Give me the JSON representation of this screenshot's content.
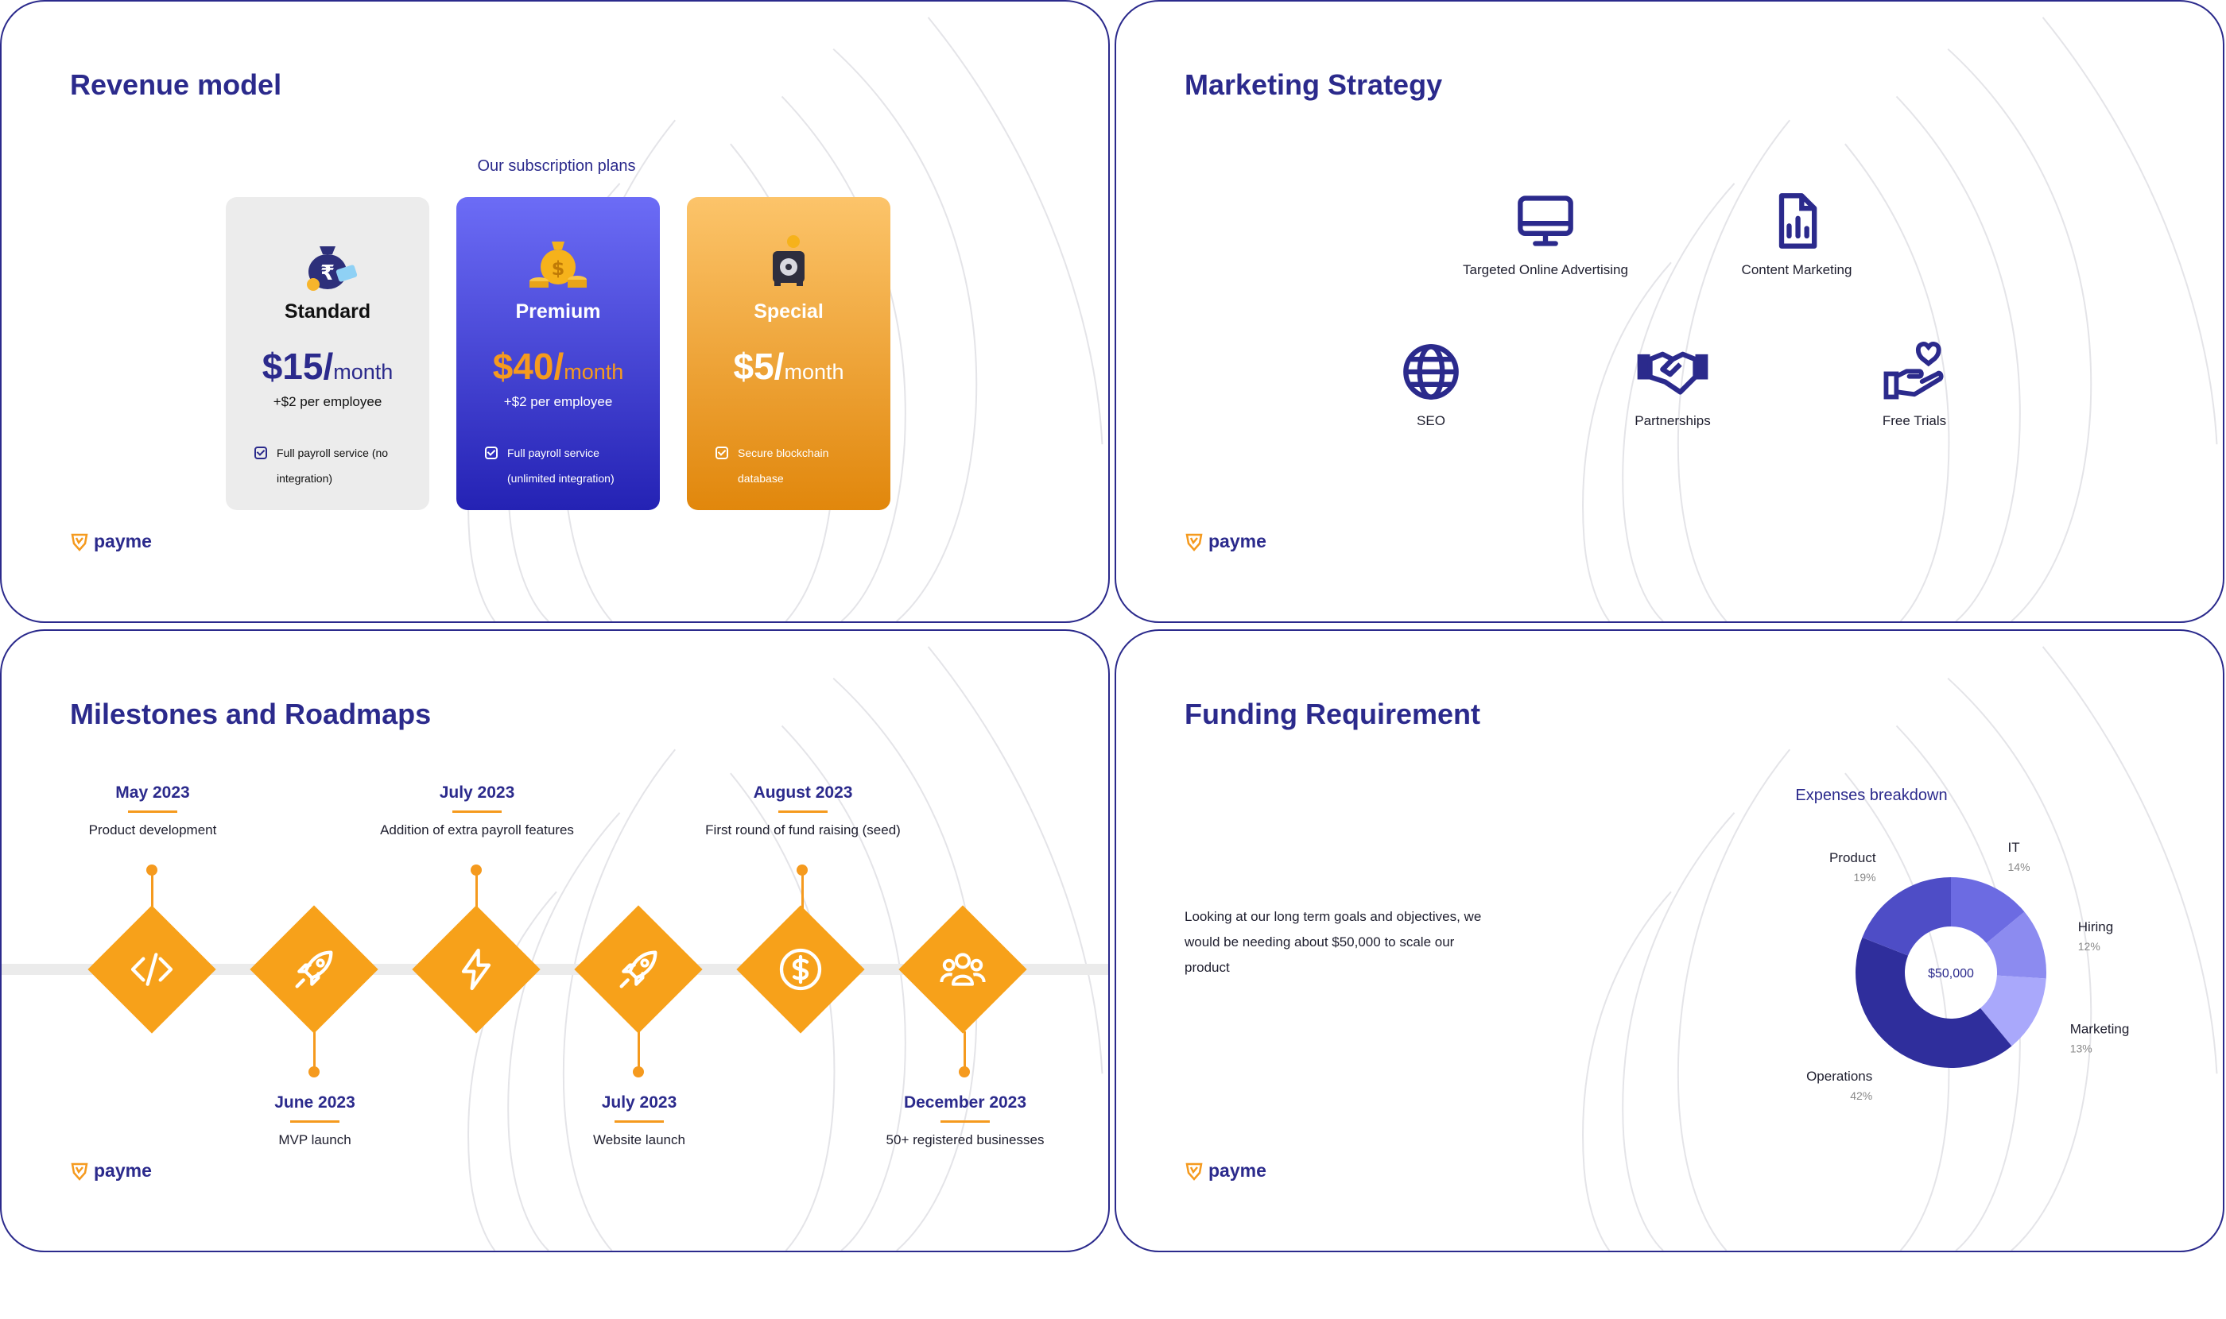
{
  "brand": {
    "name": "payme"
  },
  "colors": {
    "navy": "#2b2a8c",
    "orange": "#f59a1e"
  },
  "revenue": {
    "title": "Revenue model",
    "plans_heading": "Our subscription plans",
    "plans": [
      {
        "name": "Standard",
        "price": "$15/",
        "unit": "month",
        "extra": "+$2 per employee",
        "feature": "Full payroll service (no integration)",
        "icon": "money-bag-icon"
      },
      {
        "name": "Premium",
        "price": "$40/",
        "unit": "month",
        "extra": "+$2 per employee",
        "feature": "Full payroll service (unlimited integration)",
        "icon": "gold-coins-icon"
      },
      {
        "name": "Special",
        "price": "$5/",
        "unit": "month",
        "extra": "",
        "feature": "Secure blockchain database",
        "icon": "safe-icon"
      }
    ]
  },
  "marketing": {
    "title": "Marketing Strategy",
    "items": [
      {
        "label": "Targeted Online Advertising",
        "icon": "monitor-icon"
      },
      {
        "label": "Content Marketing",
        "icon": "document-chart-icon"
      },
      {
        "label": "SEO",
        "icon": "globe-icon"
      },
      {
        "label": "Partnerships",
        "icon": "handshake-icon"
      },
      {
        "label": "Free Trials",
        "icon": "heart-hand-icon"
      }
    ]
  },
  "milestones": {
    "title": "Milestones and Roadmaps",
    "items": [
      {
        "date": "May 2023",
        "desc": "Product development",
        "icon": "code-icon"
      },
      {
        "date": "June 2023",
        "desc": "MVP launch",
        "icon": "rocket-icon"
      },
      {
        "date": "July 2023",
        "desc": "Addition of extra payroll features",
        "icon": "lightning-icon"
      },
      {
        "date": "July 2023",
        "desc": "Website launch",
        "icon": "rocket-icon"
      },
      {
        "date": "August 2023",
        "desc": "First round of fund raising (seed)",
        "icon": "dollar-icon"
      },
      {
        "date": "December 2023",
        "desc": "50+ registered businesses",
        "icon": "users-icon"
      }
    ]
  },
  "funding": {
    "title": "Funding Requirement",
    "description": "Looking at our long term goals and objectives, we would be needing about $50,000 to scale our product",
    "chart_title": "Expenses breakdown",
    "center_label": "$50,000"
  },
  "chart_data": {
    "type": "pie",
    "title": "Expenses breakdown",
    "center_label": "$50,000",
    "categories": [
      "IT",
      "Hiring",
      "Marketing",
      "Operations",
      "Product"
    ],
    "values": [
      14,
      12,
      13,
      42,
      19
    ],
    "value_labels": [
      "14%",
      "12%",
      "13%",
      "42%",
      "19%"
    ],
    "colors": [
      "#6c6be2",
      "#8c8bf0",
      "#a9a8fb",
      "#2f2e9c",
      "#4e4dc6"
    ]
  }
}
